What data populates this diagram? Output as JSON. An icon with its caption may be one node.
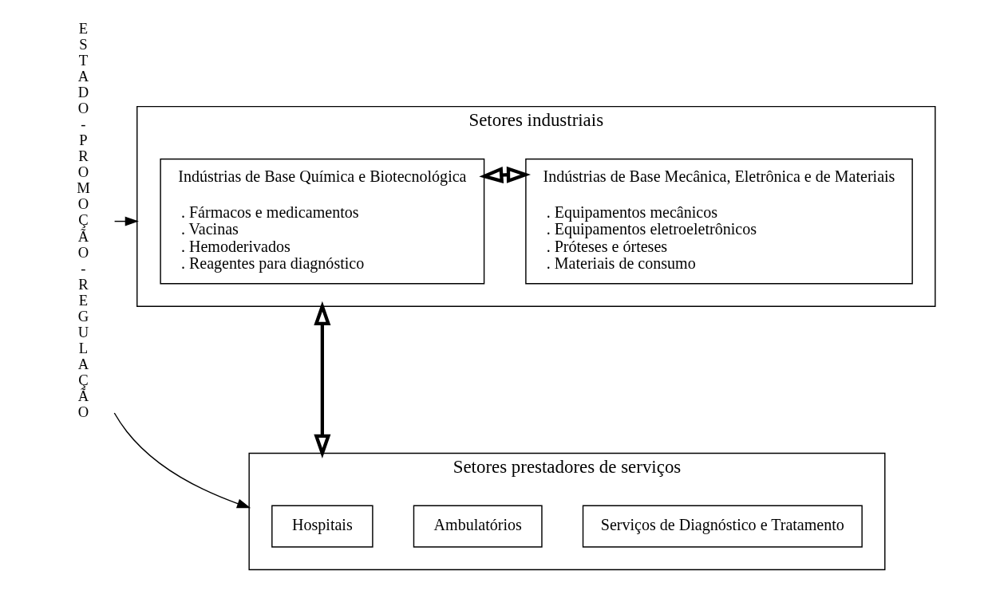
{
  "diagram": {
    "nodes": [
      {
        "text": [
          "ESTADO-PROMOÇÃO-REGULAÇÃO"
        ]
      },
      {
        "text": [
          "Setores industriais"
        ]
      },
      {
        "text": [
          "Indústrias de Base Química e Biotecnológica",
          ". Fármacos e medicamentos",
          ". Vacinas",
          ". Hemoderivados",
          ". Reagentes para diagnóstico"
        ],
        "in": 1
      },
      {
        "text": [
          "Indústrias de Base Mecânica, Eletrônica e de Materiais",
          ". Equipamentos mecânicos",
          ". Equipamentos eletroeletrônicos",
          ". Próteses e órteses",
          ". Materiais de consumo"
        ],
        "in": 1
      },
      {
        "text": [
          "Setores prestadores de serviços"
        ]
      },
      {
        "text": [
          "Hospitais"
        ],
        "in": 4
      },
      {
        "text": [
          "Ambulatórios"
        ],
        "in": 4
      },
      {
        "text": [
          "Serviços de Diagnóstico e Tratamento"
        ],
        "in": 4
      }
    ],
    "edges": [
      {
        "from": 0,
        "to": 1,
        "arrow": "to"
      },
      {
        "from": 0,
        "to": 4,
        "arrow": "to"
      },
      {
        "from": 2,
        "to": 3,
        "arrow": "both",
        "style": "thick"
      },
      {
        "from": 1,
        "to": 4,
        "arrow": "both",
        "style": "thick"
      }
    ]
  }
}
